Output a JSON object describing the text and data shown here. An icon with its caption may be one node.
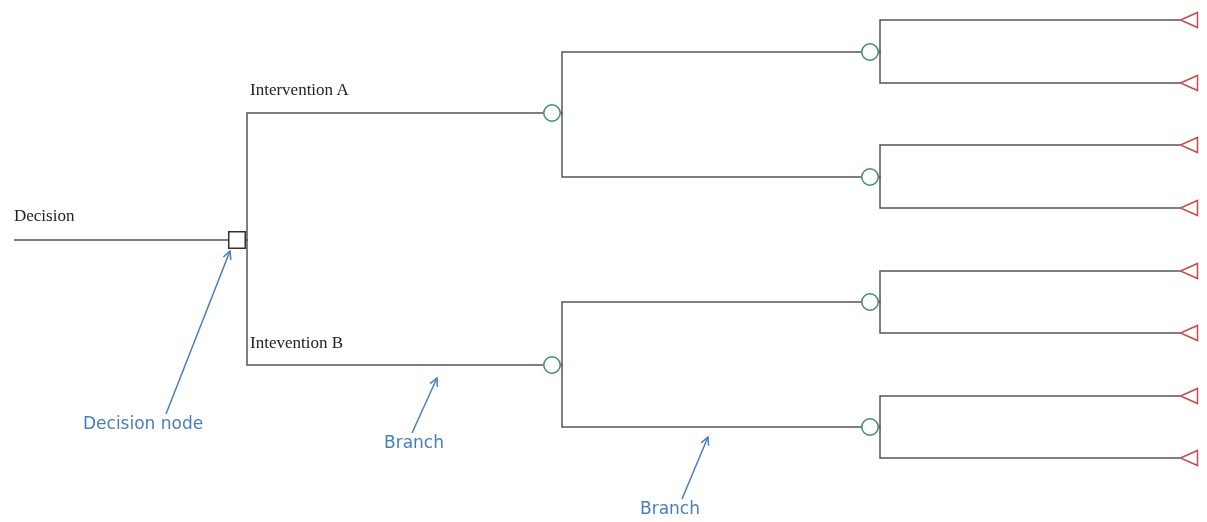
{
  "diagram": {
    "nodes": [
      {
        "text": [],
        "shape": "box"
      },
      {
        "text": [],
        "shape": "circle"
      },
      {
        "text": [],
        "shape": "circle"
      },
      {
        "text": [],
        "shape": "circle"
      },
      {
        "text": [],
        "shape": "circle"
      },
      {
        "text": [],
        "shape": "circle"
      },
      {
        "text": [],
        "shape": "circle"
      },
      {
        "text": [],
        "shape": "triangle"
      },
      {
        "text": [],
        "shape": "triangle"
      },
      {
        "text": [],
        "shape": "triangle"
      },
      {
        "text": [],
        "shape": "triangle"
      },
      {
        "text": [],
        "shape": "triangle"
      },
      {
        "text": [],
        "shape": "triangle"
      },
      {
        "text": [],
        "shape": "triangle"
      },
      {
        "text": [],
        "shape": "triangle"
      },
      {
        "text": [
          "Decision node"
        ]
      },
      {
        "text": [
          "Branch"
        ]
      },
      {
        "text": [
          "Branch"
        ]
      }
    ],
    "edges": [
      {
        "from": null,
        "to": 0,
        "arrow": "none",
        "label": "Decision"
      },
      {
        "from": 0,
        "to": 1,
        "arrow": "none",
        "label": "Intervention A"
      },
      {
        "from": 0,
        "to": 2,
        "arrow": "none",
        "label": "Intevention B"
      },
      {
        "from": 1,
        "to": 3,
        "arrow": "none"
      },
      {
        "from": 1,
        "to": 4,
        "arrow": "none"
      },
      {
        "from": 2,
        "to": 5,
        "arrow": "none"
      },
      {
        "from": 2,
        "to": 6,
        "arrow": "none"
      },
      {
        "from": 3,
        "to": 7,
        "arrow": "none"
      },
      {
        "from": 3,
        "to": 8,
        "arrow": "none"
      },
      {
        "from": 4,
        "to": 9,
        "arrow": "none"
      },
      {
        "from": 4,
        "to": 10,
        "arrow": "none"
      },
      {
        "from": 5,
        "to": 11,
        "arrow": "none"
      },
      {
        "from": 5,
        "to": 12,
        "arrow": "none"
      },
      {
        "from": 6,
        "to": 13,
        "arrow": "none"
      },
      {
        "from": 6,
        "to": 14,
        "arrow": "none"
      },
      {
        "from": 15,
        "to": 0,
        "arrow": "to",
        "color": "#4a7ebb"
      },
      {
        "from": 16,
        "to": null,
        "arrow": "to",
        "color": "#4a7ebb"
      },
      {
        "from": 17,
        "to": null,
        "arrow": "to",
        "color": "#4a7ebb"
      }
    ]
  }
}
